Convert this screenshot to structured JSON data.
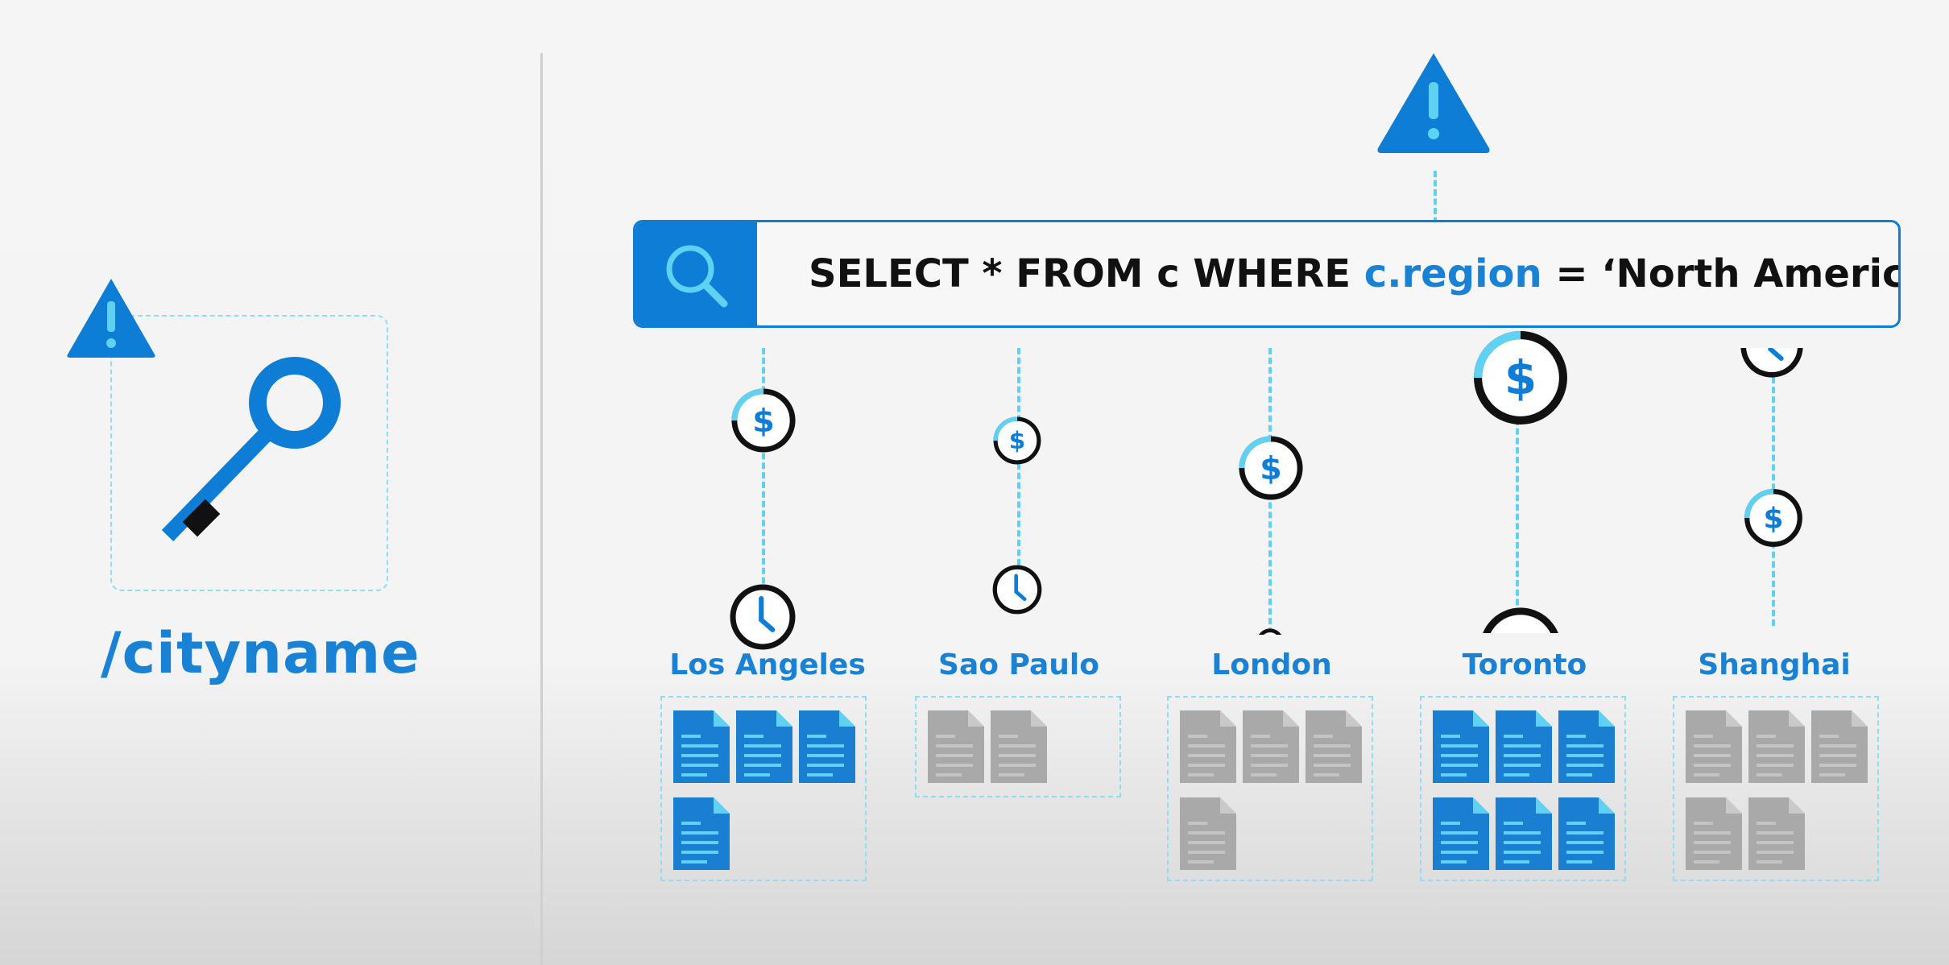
{
  "key": {
    "label": "/cityname",
    "icon": "key-icon",
    "warning_icon": "warning-triangle-icon"
  },
  "query": {
    "icon": "search-icon",
    "prefix": "SELECT * FROM c WHERE ",
    "field": "c.region",
    "suffix": " = ‘North America’",
    "warning_icon": "warning-triangle-icon"
  },
  "partitions": [
    {
      "city": "Los Angeles",
      "documents": 4,
      "highlighted": true
    },
    {
      "city": "Sao Paulo",
      "documents": 2,
      "highlighted": false
    },
    {
      "city": "London",
      "documents": 4,
      "highlighted": false
    },
    {
      "city": "Toronto",
      "documents": 6,
      "highlighted": true
    },
    {
      "city": "Shanghai",
      "documents": 5,
      "highlighted": false
    }
  ],
  "colors": {
    "accent": "#0d7dd6",
    "label": "#1a82d4",
    "doc_highlight": "#1a7fd0",
    "doc_dim": "#a9a9a9",
    "dashed": "#5fd2f3"
  }
}
